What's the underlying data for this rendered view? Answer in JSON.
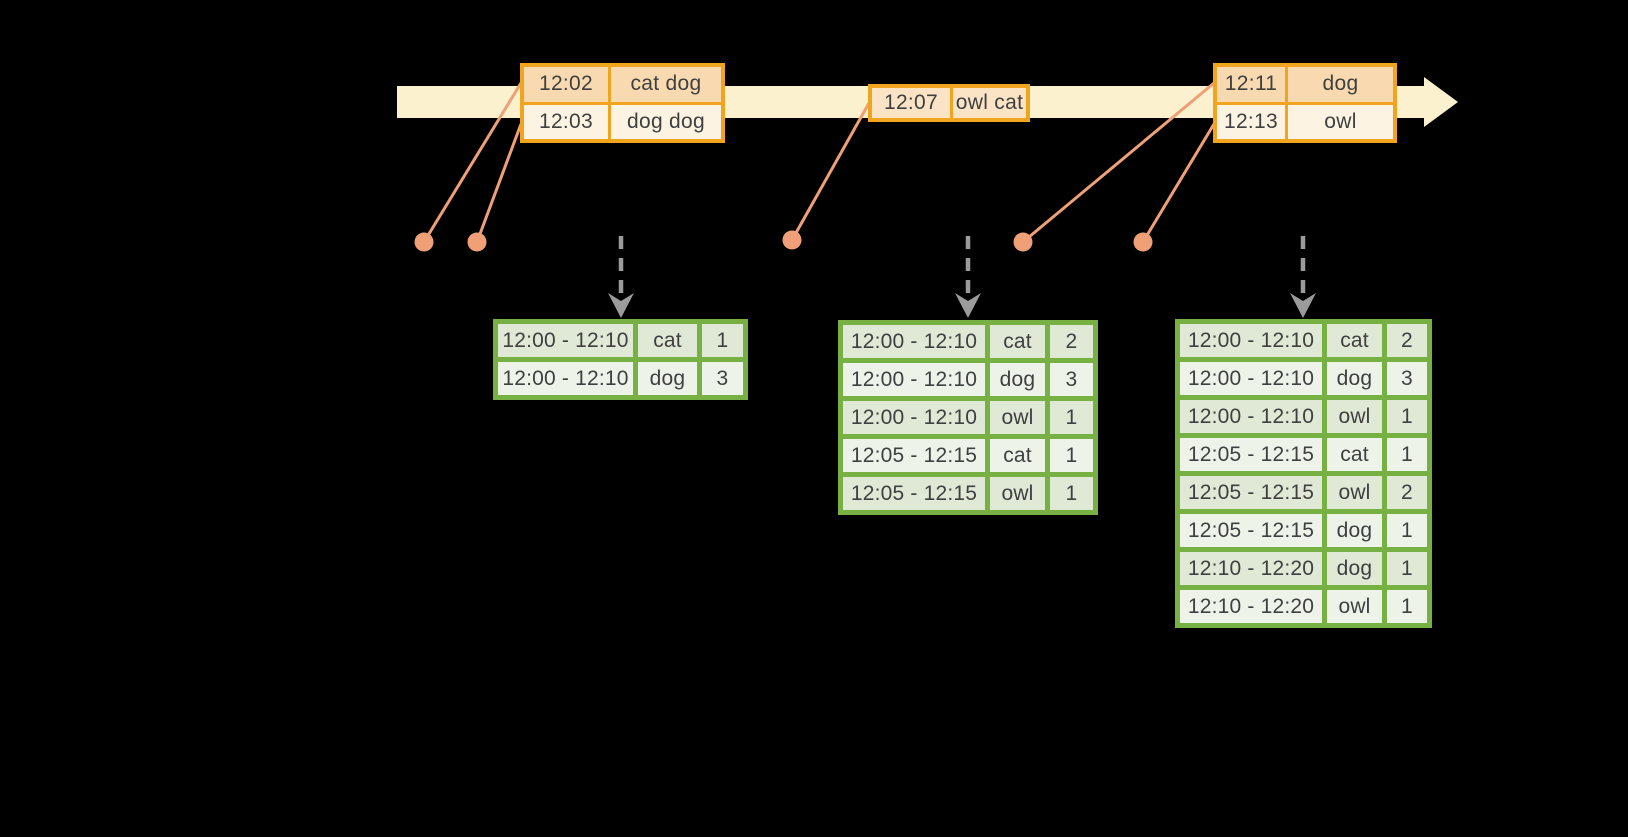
{
  "colors": {
    "background": "#000000",
    "timeline_fill": "#FBF1CE",
    "event_table_border": "#F1A51E",
    "event_row_peach": "#F9D9B0",
    "event_row_cream": "#FDF3E3",
    "event_row_mid_peach": "#FBE4C6",
    "connector_orange": "#EFA077",
    "trigger_arrow_gray": "#9B9B9B",
    "result_table_border": "#77B043",
    "result_row_dark": "#DFE9D5",
    "result_row_light": "#EEF3EA",
    "text": "#3F4040"
  },
  "event_tables": [
    {
      "rows": [
        {
          "time": "12:02",
          "words": "cat dog"
        },
        {
          "time": "12:03",
          "words": "dog dog"
        }
      ]
    },
    {
      "rows": [
        {
          "time": "12:07",
          "words": "owl cat"
        }
      ]
    },
    {
      "rows": [
        {
          "time": "12:11",
          "words": "dog"
        },
        {
          "time": "12:13",
          "words": "owl"
        }
      ]
    }
  ],
  "result_tables": [
    {
      "rows": [
        {
          "window": "12:00 - 12:10",
          "word": "cat",
          "count": "1"
        },
        {
          "window": "12:00 - 12:10",
          "word": "dog",
          "count": "3"
        }
      ]
    },
    {
      "rows": [
        {
          "window": "12:00 - 12:10",
          "word": "cat",
          "count": "2"
        },
        {
          "window": "12:00 - 12:10",
          "word": "dog",
          "count": "3"
        },
        {
          "window": "12:00 - 12:10",
          "word": "owl",
          "count": "1"
        },
        {
          "window": "12:05 - 12:15",
          "word": "cat",
          "count": "1"
        },
        {
          "window": "12:05 - 12:15",
          "word": "owl",
          "count": "1"
        }
      ]
    },
    {
      "rows": [
        {
          "window": "12:00 - 12:10",
          "word": "cat",
          "count": "2"
        },
        {
          "window": "12:00 - 12:10",
          "word": "dog",
          "count": "3"
        },
        {
          "window": "12:00 - 12:10",
          "word": "owl",
          "count": "1"
        },
        {
          "window": "12:05 - 12:15",
          "word": "cat",
          "count": "1"
        },
        {
          "window": "12:05 - 12:15",
          "word": "owl",
          "count": "2"
        },
        {
          "window": "12:05 - 12:15",
          "word": "dog",
          "count": "1"
        },
        {
          "window": "12:10 - 12:20",
          "word": "dog",
          "count": "1"
        },
        {
          "window": "12:10 - 12:20",
          "word": "owl",
          "count": "1"
        }
      ]
    }
  ]
}
